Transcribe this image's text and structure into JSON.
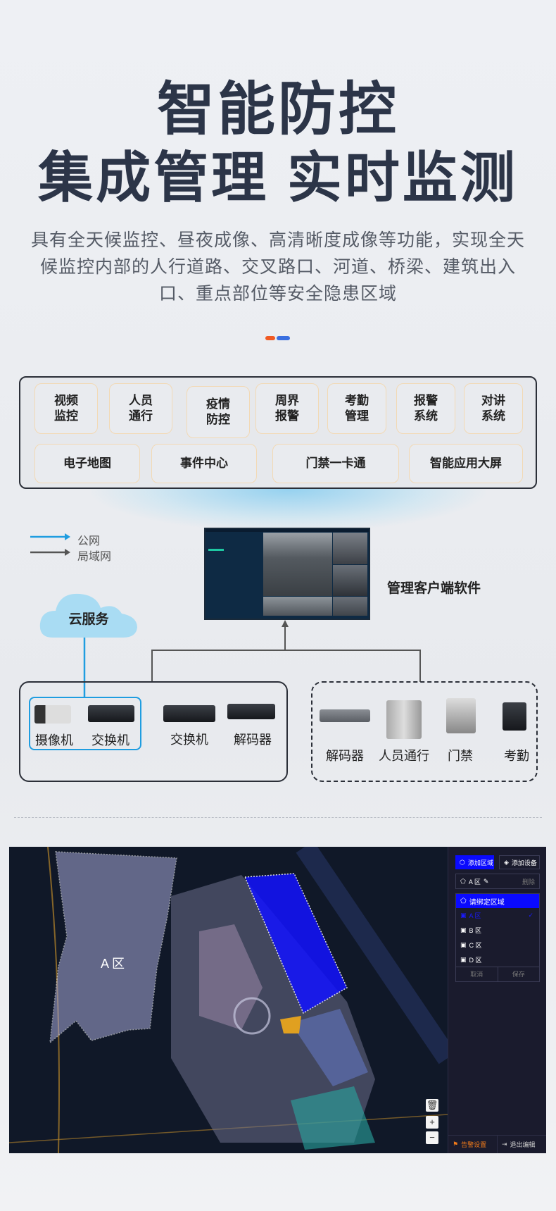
{
  "title_line1": "智能防控",
  "title_line2": "集成管理 实时监测",
  "description": "具有全天候监控、昼夜成像、高清晰度成像等功能，实现全天候监控内部的人行道路、交叉路口、河道、桥梁、建筑出入口、重点部位等安全隐患区域",
  "modules_row1": [
    "视频\n监控",
    "人员\n通行",
    "疫情\n防控",
    "周界\n报警",
    "考勤\n管理",
    "报警\n系统",
    "对讲\n系统"
  ],
  "modules_row2": [
    "电子地图",
    "事件中心",
    "门禁一卡通",
    "智能应用大屏"
  ],
  "legend": {
    "public": "公网",
    "lan": "局域网"
  },
  "cloud": "云服务",
  "software_label": "管理客户端软件",
  "left_group": [
    "摄像机",
    "交换机",
    "交换机",
    "解码器"
  ],
  "right_group": [
    "解码器",
    "人员通行",
    "门禁",
    "考勤"
  ],
  "colors": {
    "accent_blue": "#1f9de0",
    "primary": "#0a0aff",
    "orange": "#f07a1a"
  },
  "map": {
    "zone_label": "A 区",
    "panel": {
      "add_zone": "添加区域",
      "add_device": "添加设备",
      "current_zone": "A 区",
      "delete": "删除",
      "bind_zone": "请绑定区域",
      "zones": [
        "A 区",
        "B 区",
        "C 区",
        "D 区"
      ],
      "cancel": "取消",
      "save": "保存",
      "alarm_settings": "告警设置",
      "exit_edit": "退出编辑"
    }
  }
}
